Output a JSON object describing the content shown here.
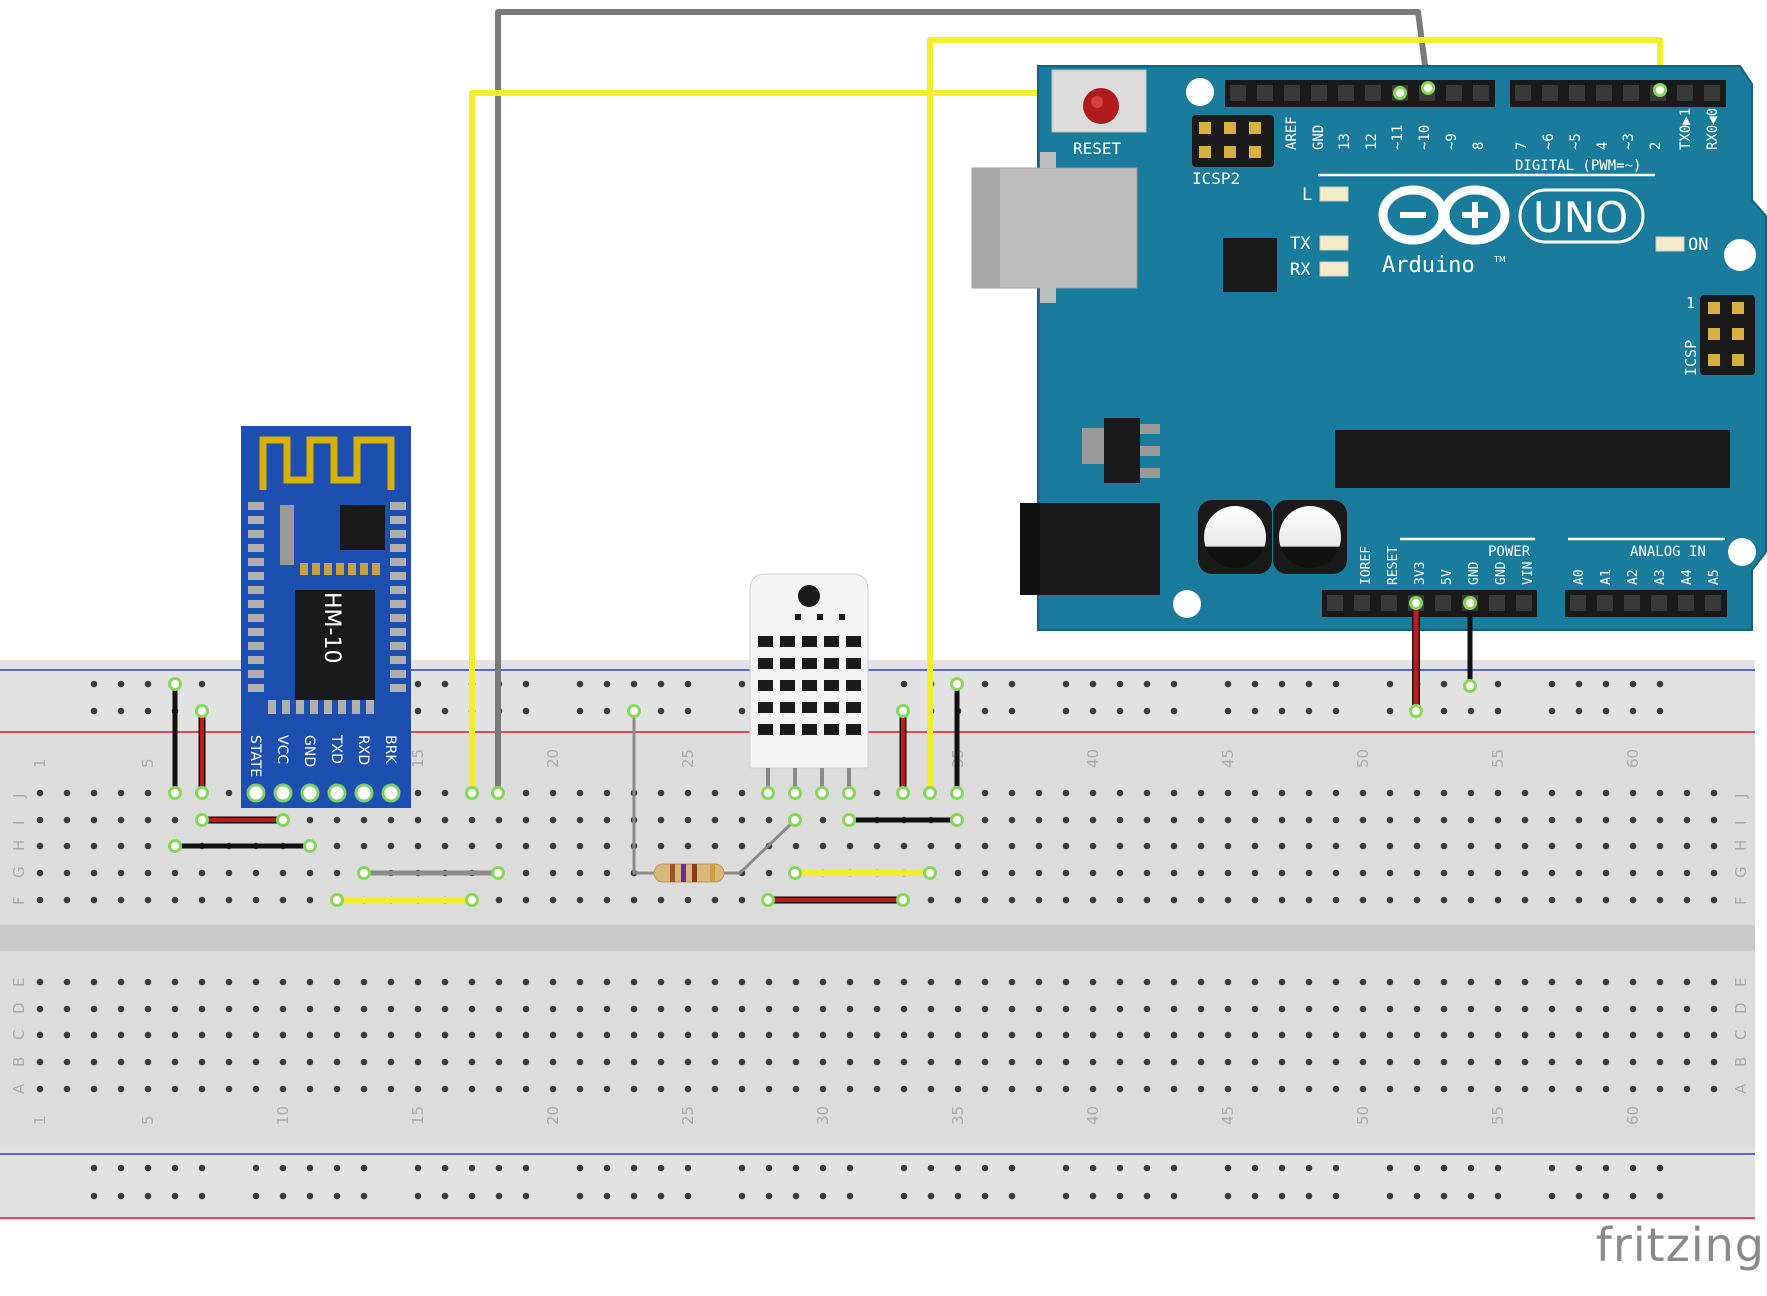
{
  "breadboard": {
    "top_row_letters": [
      "J",
      "I",
      "H",
      "G",
      "F"
    ],
    "bottom_row_letters": [
      "E",
      "D",
      "C",
      "B",
      "A"
    ],
    "column_numbers": [
      "1",
      "5",
      "10",
      "15",
      "20",
      "25",
      "30",
      "35",
      "40",
      "45",
      "50",
      "55",
      "60"
    ]
  },
  "hm10": {
    "chip_label": "HM-10",
    "pins": [
      "STATE",
      "VCC",
      "GND",
      "TXD",
      "RXD",
      "BRK"
    ]
  },
  "arduino": {
    "logo": "UNO",
    "brand": "Arduino",
    "trademark": "TM",
    "reset_label": "RESET",
    "icsp2_label": "ICSP2",
    "icsp_label": "ICSP",
    "icsp_pin1": "1",
    "digital_label": "DIGITAL (PWM=~)",
    "digital_pins": [
      "AREF",
      "GND",
      "13",
      "12",
      "~11",
      "~10",
      "~9",
      "8",
      "7",
      "~6",
      "~5",
      "4",
      "~3",
      "2",
      "TX0▶1",
      "RX0◀0"
    ],
    "led_l": "L",
    "led_tx": "TX",
    "led_rx": "RX",
    "led_on": "ON",
    "power_label": "POWER",
    "analog_label": "ANALOG IN",
    "power_pins": [
      "IOREF",
      "RESET",
      "3V3",
      "5V",
      "GND",
      "GND",
      "VIN"
    ],
    "analog_pins": [
      "A0",
      "A1",
      "A2",
      "A3",
      "A4",
      "A5"
    ]
  },
  "wire_colors": {
    "yellow": "#f2ef28",
    "gray": "#8a8a8a",
    "red": "#c01a1a",
    "black": "#1a1a1a",
    "board": "#1b7a9a",
    "module": "#1c4fb0"
  },
  "footer": {
    "brand": "fritzing"
  }
}
